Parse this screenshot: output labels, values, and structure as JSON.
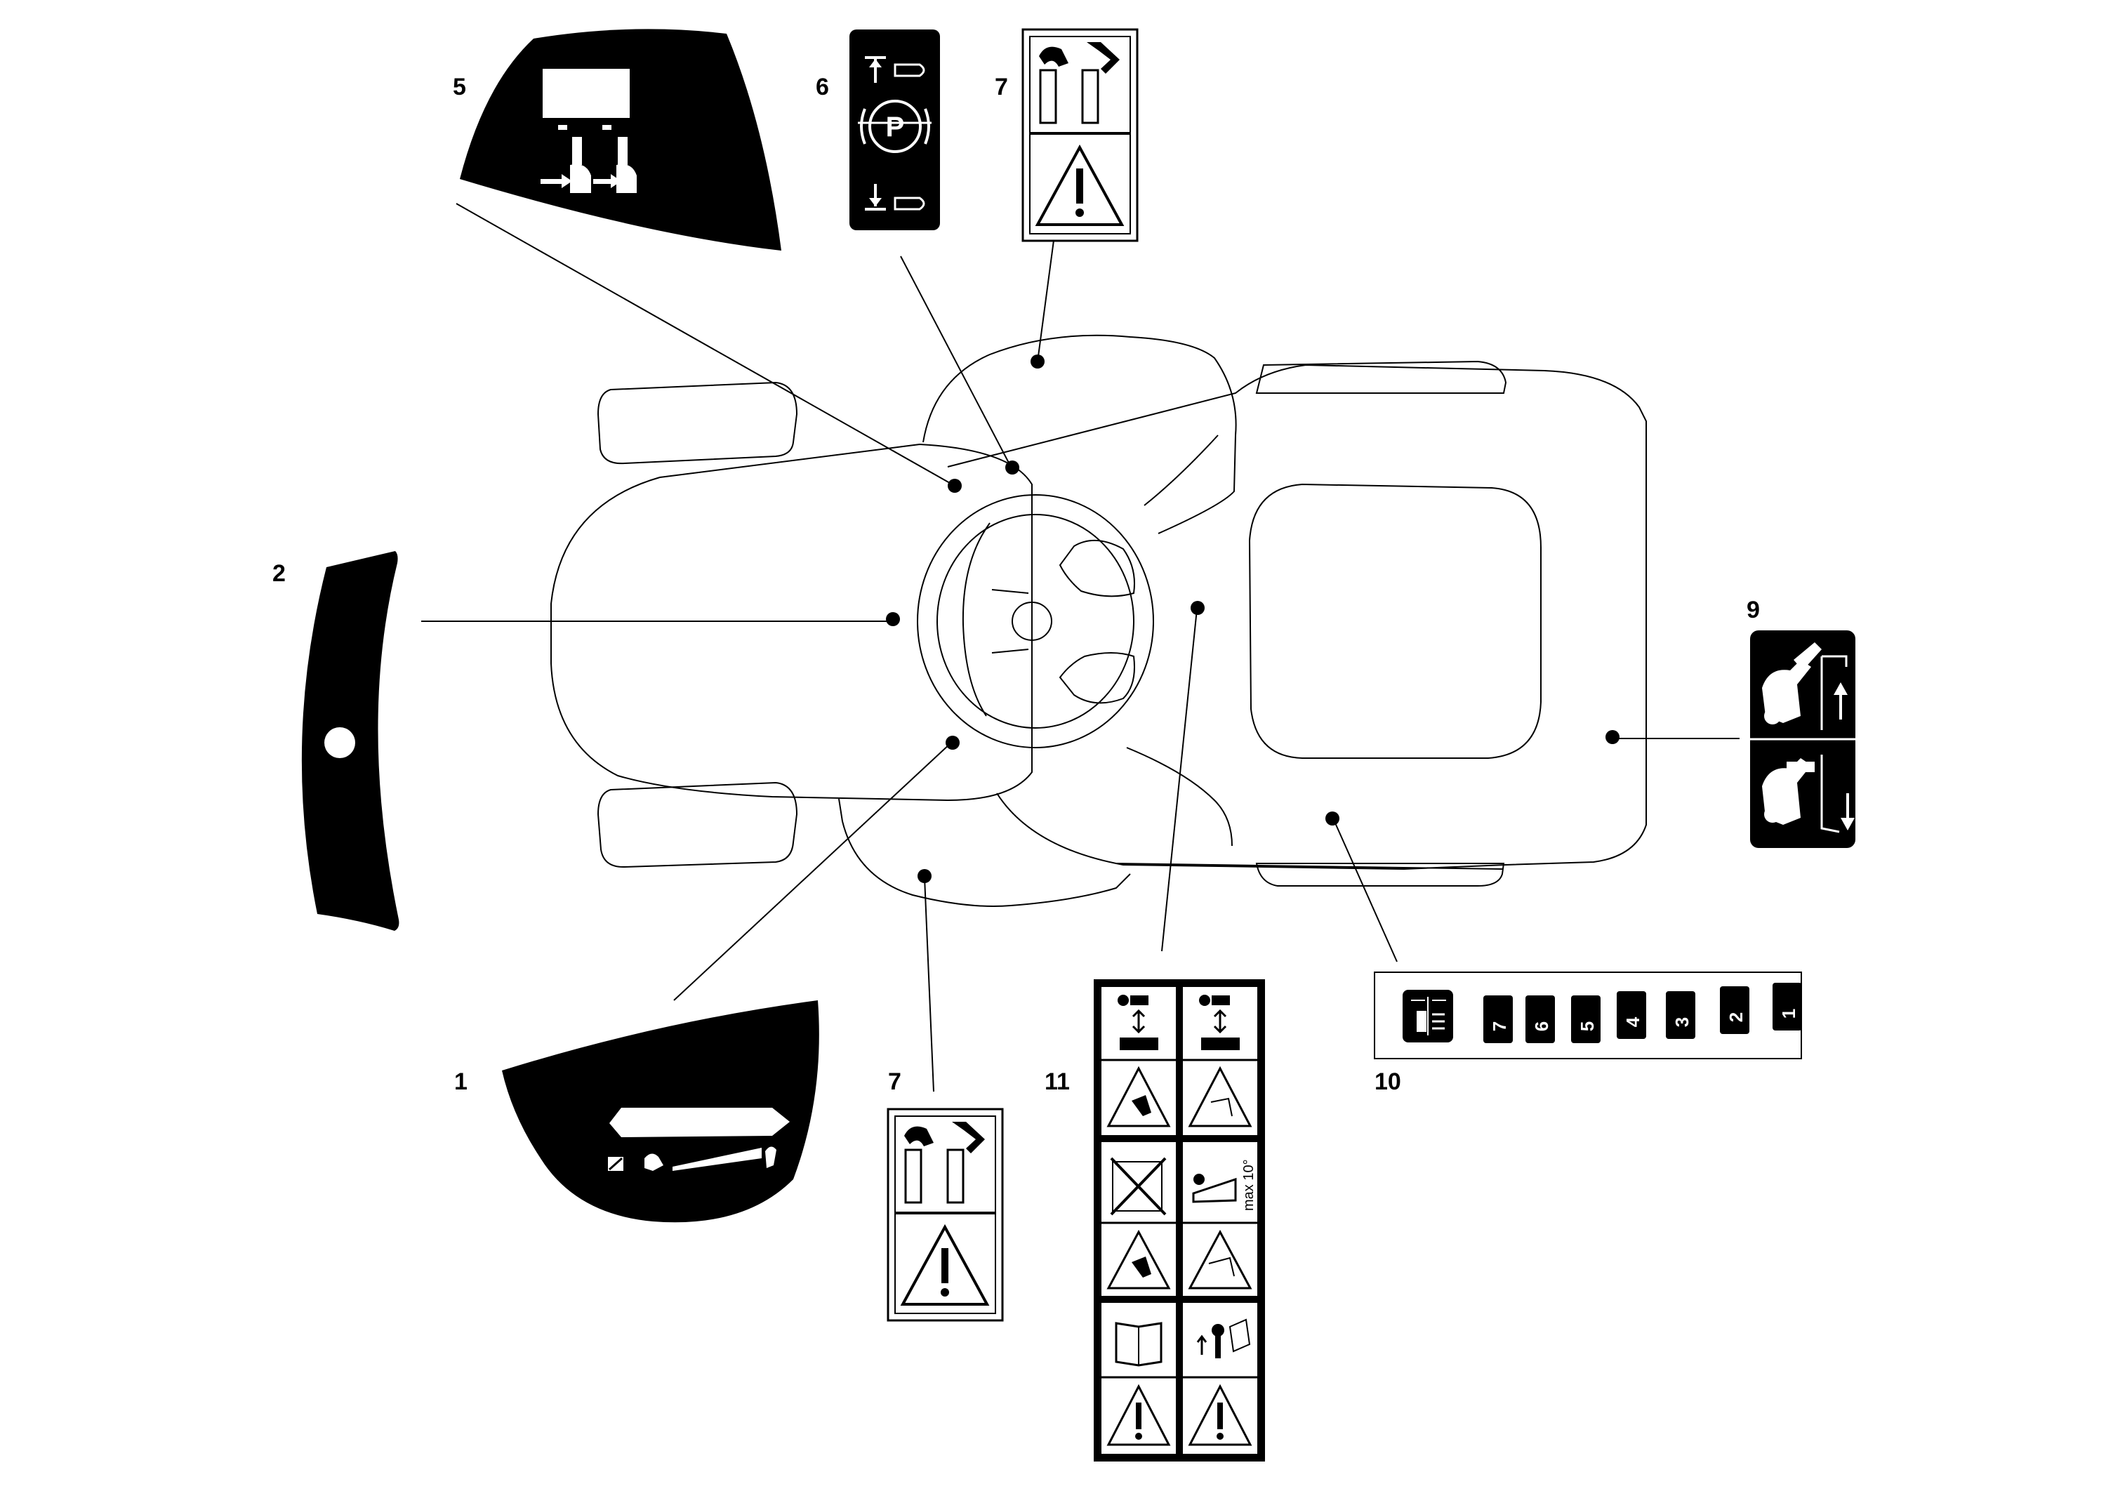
{
  "labels": {
    "l1": "1",
    "l2": "2",
    "l5": "5",
    "l6": "6",
    "l7a": "7",
    "l7b": "7",
    "l9": "9",
    "l10": "10",
    "l11": "11"
  },
  "decal6": {
    "parking_letter": "P"
  },
  "decal10": {
    "positions": [
      "7",
      "6",
      "5",
      "4",
      "3",
      "2",
      "1"
    ]
  },
  "decal11": {
    "tilt_text": "max 10°"
  },
  "colors": {
    "ink": "#000000",
    "paper": "#ffffff"
  },
  "icons": [
    "warning-triangle-icon",
    "parking-brake-icon",
    "arrow-up-icon",
    "arrow-down-icon",
    "pedal-icon",
    "rabbit-icon",
    "turtle-icon",
    "manual-book-icon",
    "key-icon",
    "person-icon"
  ]
}
